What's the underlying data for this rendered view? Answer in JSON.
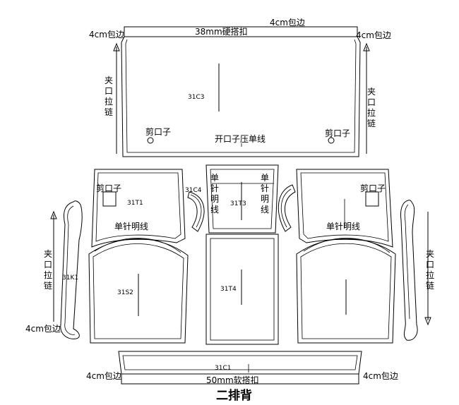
{
  "title": "二排背",
  "piece_codes": {
    "top": "31C3",
    "left_upper": "31T1",
    "center_upper": "31T3",
    "right_upper_small": "31C4",
    "left_side": "31K1",
    "left_lower": "31S2",
    "center_lower": "31T4",
    "bottom": "31C1"
  },
  "labels": {
    "hem_4cm": "4cm包边",
    "hard_buckle": "38mm硬搭扣",
    "soft_buckle": "50mm软搭扣",
    "zipper": "夹口拉链",
    "notch": "剪口子",
    "open_single_line": "开口子压单线",
    "single_needle": "单针明线"
  }
}
